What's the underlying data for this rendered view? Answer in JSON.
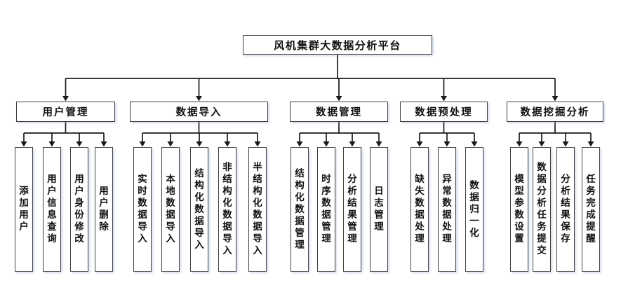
{
  "diagram": {
    "root": {
      "label": "风机集群大数据分析平台"
    },
    "groups": [
      {
        "label": "用户管理",
        "children": [
          "添加用户",
          "用户信息查询",
          "用户身份修改",
          "用户删除"
        ]
      },
      {
        "label": "数据导入",
        "children": [
          "实时数据导入",
          "本地数据导入",
          "结构化数据导入",
          "非结构化数据导入",
          "半结构化数据导入"
        ]
      },
      {
        "label": "数据管理",
        "children": [
          "结构化数据管理",
          "时序数据管理",
          "分析结果管理",
          "日志管理"
        ]
      },
      {
        "label": "数据预处理",
        "children": [
          "缺失数据处理",
          "异常数据处理",
          "数据归一化"
        ]
      },
      {
        "label": "数据挖掘分析",
        "children": [
          "模型参数设置",
          "数据分析任务提交",
          "分析结果保存",
          "任务完成提醒"
        ]
      }
    ],
    "colors": {
      "background": "#ffffff",
      "box_fill": "#ffffff",
      "box_border": "#404040",
      "line": "#1a1a1a",
      "text": "#111111"
    }
  }
}
